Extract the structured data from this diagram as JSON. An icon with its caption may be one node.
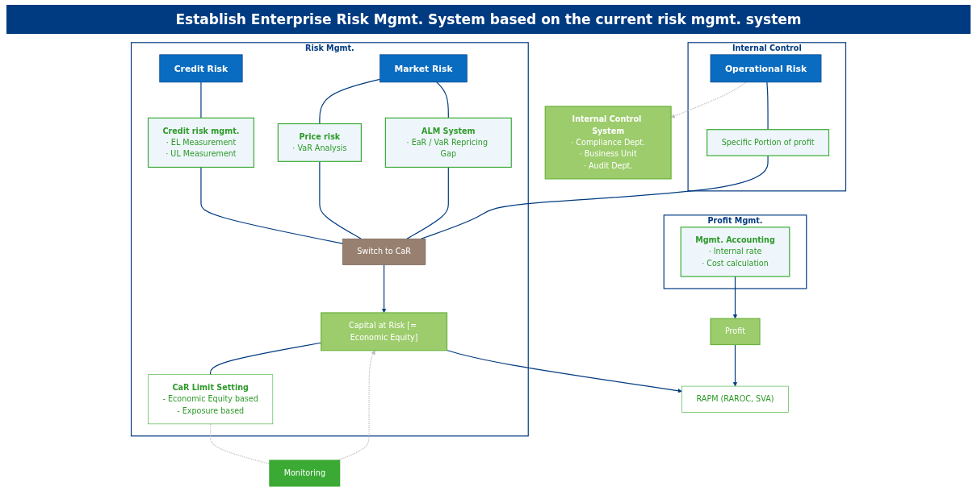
{
  "diagram": {
    "title": "Establish Enterprise Risk Mgmt. System based on the current risk mgmt. system",
    "nodes": [
      {
        "text": [
          "Profit Mgmt."
        ]
      },
      {
        "text": [
          "Mgmt. Accounting",
          "· Internal rate",
          "· Cost calculation"
        ],
        "in": 0
      },
      {
        "text": [
          "Risk Mgmt."
        ]
      },
      {
        "text": [
          "Credit Risk"
        ],
        "in": 2
      },
      {
        "text": [
          "Market Risk"
        ],
        "in": 2
      },
      {
        "text": [
          "Credit risk mgmt.",
          "· EL Measurement",
          "· UL Measurement"
        ],
        "in": 2
      },
      {
        "text": [
          "Price risk",
          "· VaR Analysis"
        ],
        "in": 2
      },
      {
        "text": [
          "ALM System",
          "· EaR / VaR Repricing Gap"
        ],
        "in": 2
      },
      {
        "text": [
          "Switch to CaR"
        ],
        "in": 2
      },
      {
        "text": [
          "Capital at Risk [= Economic Equity]"
        ],
        "in": 2
      },
      {
        "text": [
          "CaR Limit Setting",
          "- Economic Equity based",
          "- Exposure based"
        ],
        "in": 2
      },
      {
        "text": [
          "Internal Control"
        ]
      },
      {
        "text": [
          "Operational Risk"
        ],
        "in": 11
      },
      {
        "text": [
          "Specific Portion of profit"
        ],
        "in": 11
      },
      {
        "text": [
          "Profit"
        ]
      },
      {
        "text": [
          "RAPM (RAROC, SVA)"
        ]
      },
      {
        "text": [
          "Monitoring"
        ]
      },
      {
        "text": [
          "Internal Control System",
          "· Compliance Dept.",
          "· Business Unit",
          "· Audit Dept."
        ]
      }
    ],
    "edges": [
      {
        "from": 3,
        "to": 5,
        "arrow": "none"
      },
      {
        "from": 4,
        "to": 6,
        "arrow": "none"
      },
      {
        "from": 4,
        "to": 7,
        "arrow": "none"
      },
      {
        "from": 12,
        "to": 13,
        "arrow": "none"
      },
      {
        "from": 5,
        "to": 8,
        "arrow": "none"
      },
      {
        "from": 6,
        "to": 8,
        "arrow": "none"
      },
      {
        "from": 7,
        "to": 8,
        "arrow": "none"
      },
      {
        "from": 13,
        "to": 8,
        "arrow": "none"
      },
      {
        "from": 8,
        "to": 9,
        "arrow": "to"
      },
      {
        "from": 1,
        "to": 14,
        "arrow": "to"
      },
      {
        "from": 14,
        "to": 15,
        "arrow": "to"
      },
      {
        "from": 9,
        "to": 15,
        "arrow": "to"
      },
      {
        "from": 9,
        "to": 10,
        "arrow": "none"
      },
      {
        "from": 10,
        "to": 16,
        "arrow": "none",
        "style": "dashed",
        "color": "#bbbbbb"
      },
      {
        "from": 16,
        "to": 9,
        "arrow": "to",
        "style": "dashed",
        "color": "#bbbbbb"
      },
      {
        "from": 12,
        "to": 17,
        "arrow": "to",
        "style": "dashed",
        "color": "#bbbbbb"
      }
    ]
  }
}
